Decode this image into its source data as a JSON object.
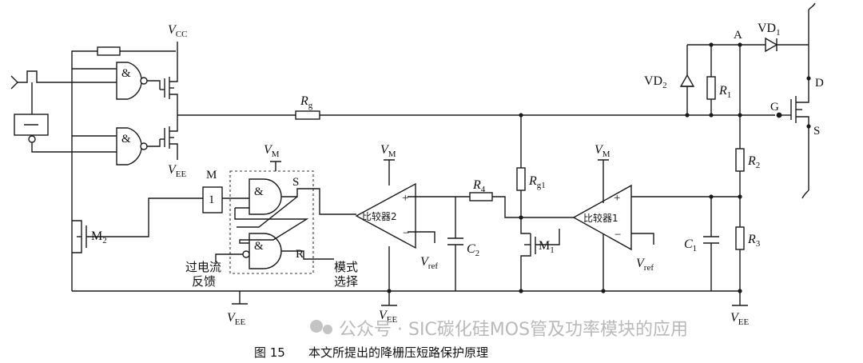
{
  "caption": {
    "figure_no": "图 15",
    "text": "本文所提出的降栅压短路保护原理"
  },
  "watermark": {
    "text": "公众号 · SIC碳化硅MOS管及功率模块的应用"
  },
  "labels": {
    "vcc": "V",
    "vcc_sub": "CC",
    "vee1": "V",
    "vee1_sub": "EE",
    "vee2": "V",
    "vee2_sub": "EE",
    "vee3": "V",
    "vee3_sub": "EE",
    "vee4": "V",
    "vee4_sub": "EE",
    "vm1": "V",
    "vm1_sub": "M",
    "vm2": "V",
    "vm2_sub": "M",
    "vm3": "V",
    "vm3_sub": "M",
    "vref1": "V",
    "vref1_sub": "ref",
    "vref2": "V",
    "vref2_sub": "ref",
    "rg": "R",
    "rg_sub": "g",
    "rg1": "R",
    "rg1_sub": "g1",
    "r1": "R",
    "r1_sub": "1",
    "r2": "R",
    "r2_sub": "2",
    "r3": "R",
    "r3_sub": "3",
    "r4": "R",
    "r4_sub": "4",
    "c1": "C",
    "c1_sub": "1",
    "c2": "C",
    "c2_sub": "2",
    "vd1": "VD",
    "vd1_sub": "1",
    "vd2": "VD",
    "vd2_sub": "2",
    "m1": "M",
    "m1_sub": "1",
    "m2": "M",
    "m2_sub": "2",
    "node_m": "M",
    "node_a": "A",
    "node_g": "G",
    "node_d": "D",
    "node_s": "S",
    "latch_s": "S",
    "latch_r": "R",
    "and_symbol": "&",
    "not_gate": "1",
    "comparator1": "比较器1",
    "comparator2": "比较器2",
    "plus": "+",
    "minus": "−",
    "overcurrent_feedback_1": "过电流",
    "overcurrent_feedback_2": "反馈",
    "mode_select_1": "模式",
    "mode_select_2": "选择"
  }
}
